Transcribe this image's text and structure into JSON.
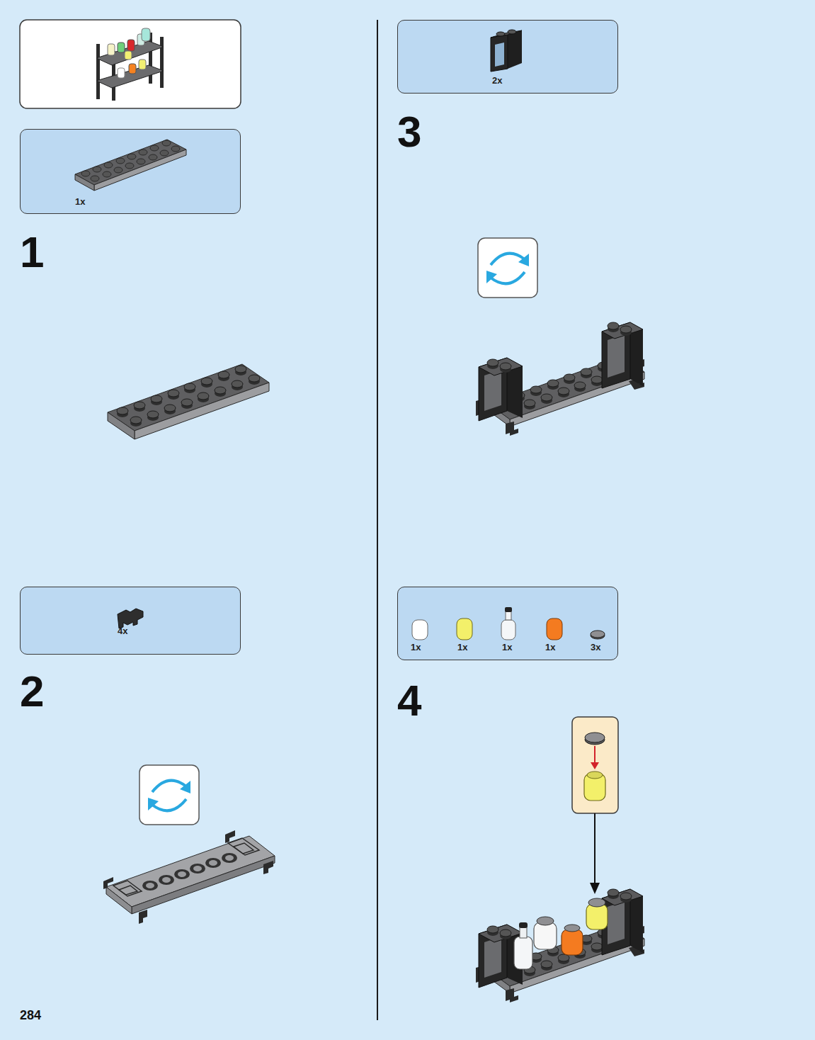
{
  "diagram": {
    "nodes": [
      {
        "text": [
          "1x"
        ]
      },
      {
        "text": [
          "4x"
        ]
      },
      {
        "text": [
          "2x"
        ]
      },
      {
        "text": [
          "1x",
          "1x",
          "1x",
          "1x",
          "3x"
        ]
      }
    ],
    "labels": [
      "1",
      "2",
      "3",
      "4",
      "284"
    ]
  }
}
